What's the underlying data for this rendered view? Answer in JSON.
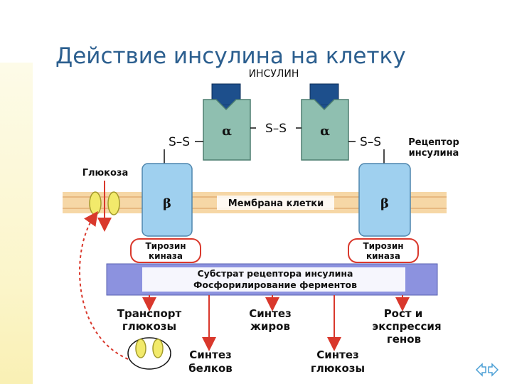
{
  "slide": {
    "title": "Действие инсулина на клетку"
  },
  "diagram": {
    "insulin_label": "ИНСУЛИН",
    "alpha_symbol": "α",
    "beta_symbol": "β",
    "disulfide_bond": "S–S",
    "receptor_label_line1": "Рецептор",
    "receptor_label_line2": "инсулина",
    "glucose_label": "Глюкоза",
    "membrane_label": "Мембрана клетки",
    "kinase_line1": "Тирозин",
    "kinase_line2": "киназа",
    "substrate_line1": "Субстрат рецептора инсулина",
    "substrate_line2": "Фосфорилирование ферментов",
    "effect_transport_line1": "Транспорт",
    "effect_transport_line2": "глюкозы",
    "effect_fat_line1": "Синтез",
    "effect_fat_line2": "жиров",
    "effect_growth_line1": "Рост и",
    "effect_growth_line2": "экспрессия",
    "effect_growth_line3": "генов",
    "effect_protein_line1": "Синтез",
    "effect_protein_line2": "белков",
    "effect_glucose_line1": "Синтез",
    "effect_glucose_line2": "глюкозы"
  },
  "colors": {
    "title": "#2c5f8f",
    "receptor_fill": "#8fbfb0",
    "beta_fill": "#9fd0ef",
    "insulin_fill": "#1d4f8c",
    "membrane": "#f6d7a6",
    "arrow": "#d9382c",
    "substrate_bar": "#8c92df"
  },
  "navigation": {
    "icon": "back-forward-arrows-icon"
  }
}
